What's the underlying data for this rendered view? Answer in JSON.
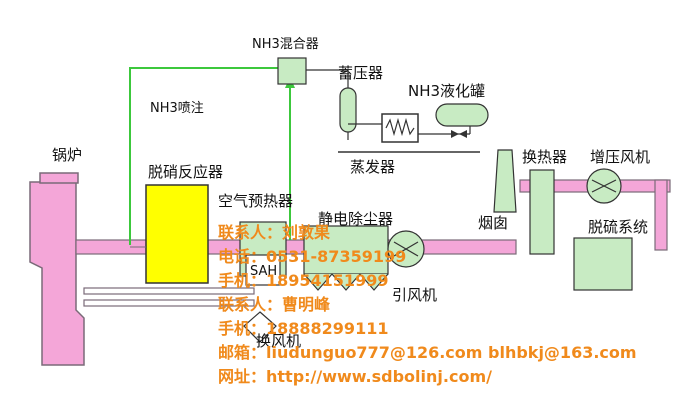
{
  "labels": {
    "boiler": "锅炉",
    "reactor": "脱硝反应器",
    "nh3_mixer": "NH3混合器",
    "nh3_injection": "NH3喷注",
    "accumulator": "蓄压器",
    "nh3_tank": "NH3液化罐",
    "evaporator": "蒸发器",
    "air_preheater": "空气预热器",
    "esp": "静电除尘器",
    "heat_exchanger": "换热器",
    "booster_fan": "增压风机",
    "chimney": "烟囱",
    "desulfurization": "脱硫系统",
    "id_fan": "引风机",
    "sah": "SAH",
    "fan2": "换风机"
  },
  "contact": {
    "line1": "联系人：刘敦果",
    "line2": "电话：0531-87359199",
    "line3": "手机：18954151999",
    "line4": "联系人：曹明峰",
    "line5": "手机：18888299111",
    "line6": "邮箱：liudunguo777@126.com blhbkj@163.com",
    "line7": "网址：http://www.sdbolinj.com/"
  },
  "colors": {
    "flue_duct": "#f4a6d8",
    "duct_outline": "#7a6a78",
    "green_equipment": "#c8ebc3",
    "reactor_fill": "#ffff00",
    "nh3_line": "#3cc83c",
    "contact_text": "#f08a1c"
  }
}
